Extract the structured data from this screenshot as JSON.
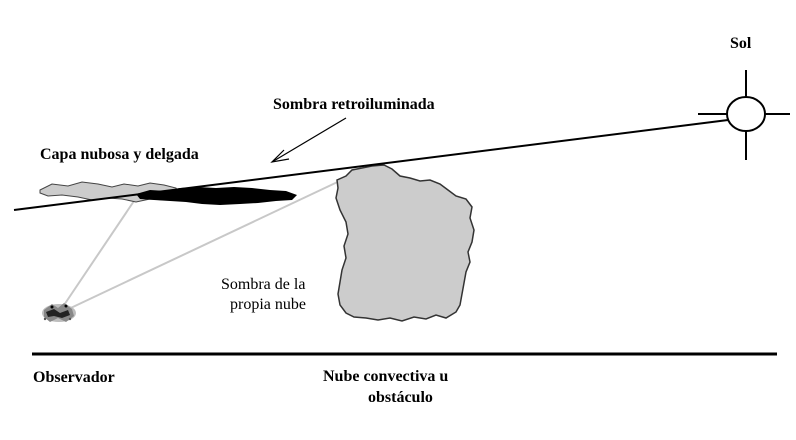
{
  "labels": {
    "sun": "Sol",
    "backlit_shadow": "Sombra retroiluminada",
    "thin_cloud_layer": "Capa nubosa y delgada",
    "own_shadow_line1": "Sombra de la",
    "own_shadow_line2": "propia nube",
    "observer": "Observador",
    "convective_cloud_line1": "Nube convectiva u",
    "convective_cloud_line2": "obstáculo"
  },
  "colors": {
    "ink": "#000000",
    "cloud_fill": "#cccccc",
    "cloud_outline": "#333333",
    "shadow_fill": "#000000",
    "sight_lines": "#c8c8c8",
    "background": "#ffffff"
  }
}
